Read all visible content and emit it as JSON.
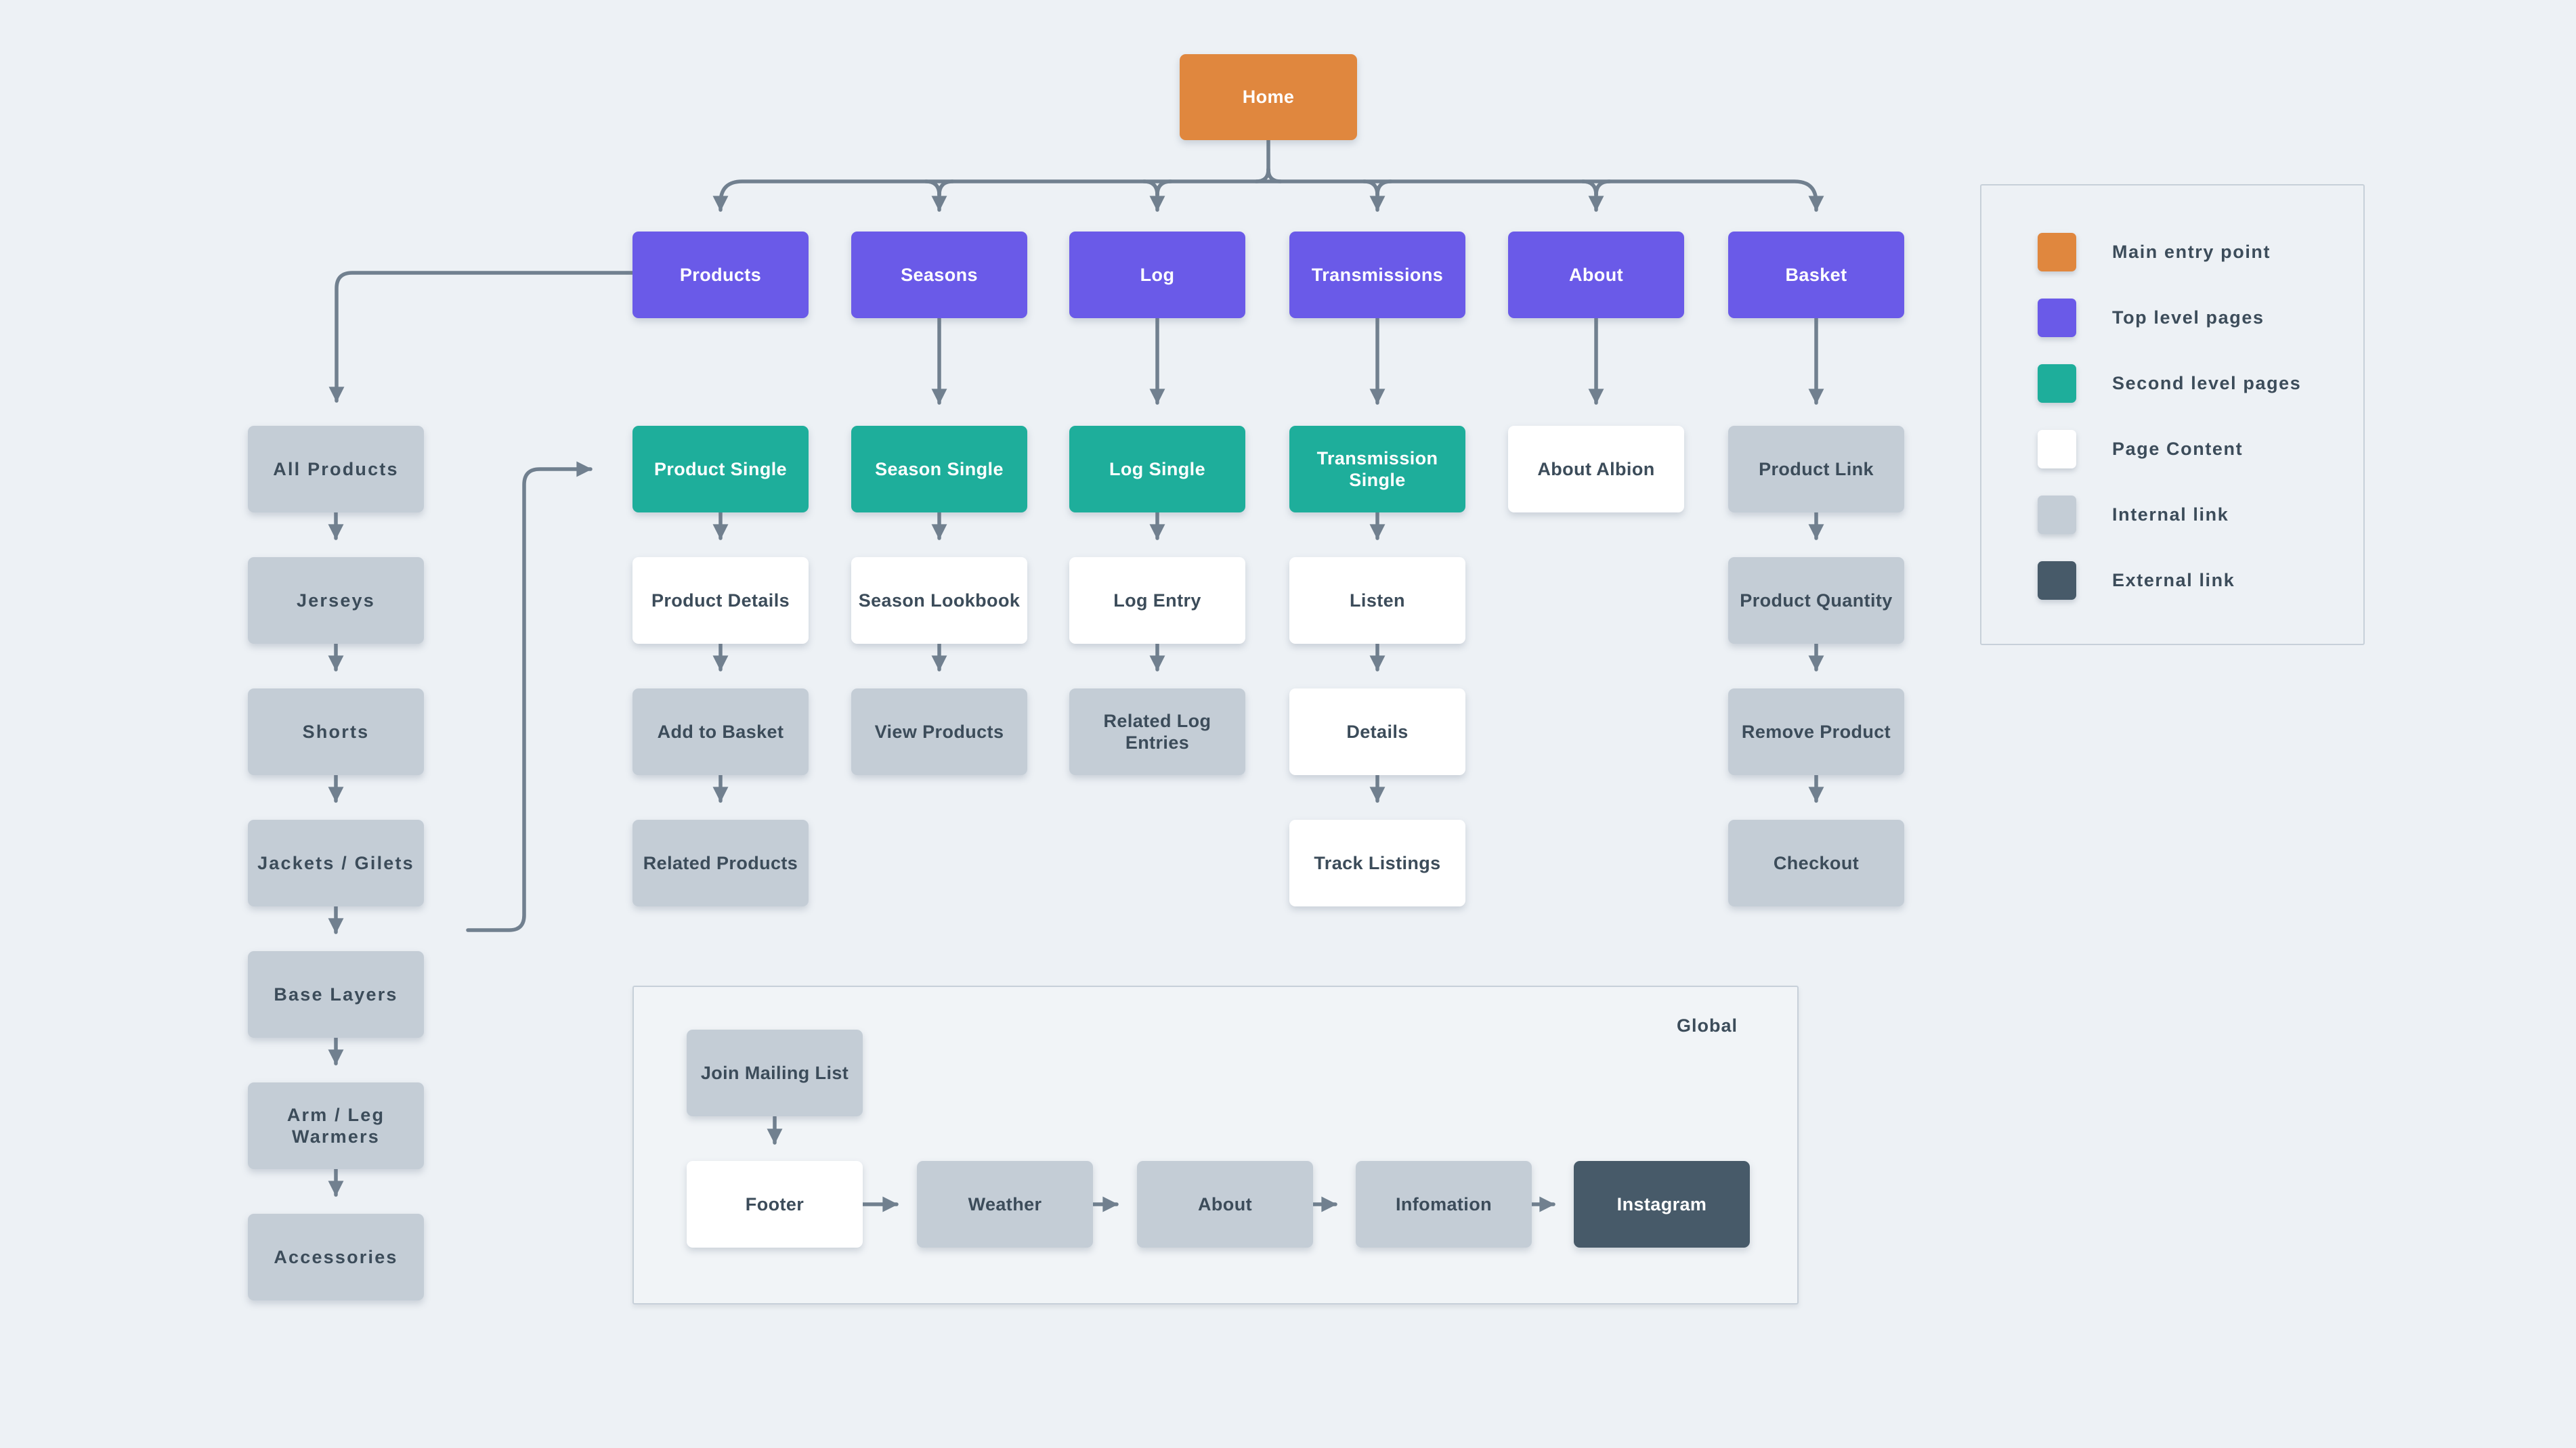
{
  "colors": {
    "background": "#EDF1F5",
    "main_entry": "#E0873E",
    "top_level": "#6A5AE8",
    "second_level": "#1EAE9B",
    "page_content": "#FFFFFF",
    "internal_link": "#C4CDD6",
    "external_link": "#475A69",
    "connector": "#71808F",
    "text_dark": "#3C4C5A",
    "text_light": "#FFFFFF"
  },
  "nodes": [
    {
      "id": "home",
      "label": "Home",
      "type": "main_entry"
    },
    {
      "id": "products",
      "label": "Products",
      "type": "top_level"
    },
    {
      "id": "seasons",
      "label": "Seasons",
      "type": "top_level"
    },
    {
      "id": "log",
      "label": "Log",
      "type": "top_level"
    },
    {
      "id": "transmissions",
      "label": "Transmissions",
      "type": "top_level"
    },
    {
      "id": "about",
      "label": "About",
      "type": "top_level"
    },
    {
      "id": "basket",
      "label": "Basket",
      "type": "top_level"
    },
    {
      "id": "all-products",
      "label": "All Products",
      "type": "internal_link"
    },
    {
      "id": "jerseys",
      "label": "Jerseys",
      "type": "internal_link"
    },
    {
      "id": "shorts",
      "label": "Shorts",
      "type": "internal_link"
    },
    {
      "id": "jackets",
      "label": "Jackets / Gilets",
      "type": "internal_link"
    },
    {
      "id": "base-layers",
      "label": "Base Layers",
      "type": "internal_link"
    },
    {
      "id": "arm-leg",
      "label": "Arm / Leg Warmers",
      "type": "internal_link"
    },
    {
      "id": "accessories",
      "label": "Accessories",
      "type": "internal_link"
    },
    {
      "id": "product-single",
      "label": "Product Single",
      "type": "second_level"
    },
    {
      "id": "season-single",
      "label": "Season Single",
      "type": "second_level"
    },
    {
      "id": "log-single",
      "label": "Log Single",
      "type": "second_level"
    },
    {
      "id": "transmission-single",
      "label": "Transmission Single",
      "type": "second_level"
    },
    {
      "id": "about-albion",
      "label": "About Albion",
      "type": "page_content"
    },
    {
      "id": "product-link",
      "label": "Product Link",
      "type": "internal_link"
    },
    {
      "id": "product-details",
      "label": "Product Details",
      "type": "page_content"
    },
    {
      "id": "season-lookbook",
      "label": "Season Lookbook",
      "type": "page_content"
    },
    {
      "id": "log-entry",
      "label": "Log Entry",
      "type": "page_content"
    },
    {
      "id": "listen",
      "label": "Listen",
      "type": "page_content"
    },
    {
      "id": "product-quantity",
      "label": "Product Quantity",
      "type": "internal_link"
    },
    {
      "id": "add-to-basket",
      "label": "Add to Basket",
      "type": "internal_link"
    },
    {
      "id": "view-products",
      "label": "View Products",
      "type": "internal_link"
    },
    {
      "id": "related-log-entries",
      "label": "Related Log Entries",
      "type": "internal_link"
    },
    {
      "id": "details",
      "label": "Details",
      "type": "page_content"
    },
    {
      "id": "remove-product",
      "label": "Remove Product",
      "type": "internal_link"
    },
    {
      "id": "related-products",
      "label": "Related Products",
      "type": "internal_link"
    },
    {
      "id": "track-listings",
      "label": "Track Listings",
      "type": "page_content"
    },
    {
      "id": "checkout",
      "label": "Checkout",
      "type": "internal_link"
    },
    {
      "id": "join-mailing-list",
      "label": "Join Mailing List",
      "type": "internal_link"
    },
    {
      "id": "footer",
      "label": "Footer",
      "type": "page_content"
    },
    {
      "id": "weather",
      "label": "Weather",
      "type": "internal_link"
    },
    {
      "id": "about-footer",
      "label": "About",
      "type": "internal_link"
    },
    {
      "id": "infomation",
      "label": "Infomation",
      "type": "internal_link"
    },
    {
      "id": "instagram",
      "label": "Instagram",
      "type": "external_link"
    }
  ],
  "edges": [
    [
      "home",
      "products"
    ],
    [
      "home",
      "seasons"
    ],
    [
      "home",
      "log"
    ],
    [
      "home",
      "transmissions"
    ],
    [
      "home",
      "about"
    ],
    [
      "home",
      "basket"
    ],
    [
      "products",
      "all-products"
    ],
    [
      "all-products",
      "jerseys"
    ],
    [
      "jerseys",
      "shorts"
    ],
    [
      "shorts",
      "jackets"
    ],
    [
      "jackets",
      "base-layers"
    ],
    [
      "base-layers",
      "arm-leg"
    ],
    [
      "arm-leg",
      "accessories"
    ],
    [
      "jackets",
      "product-single"
    ],
    [
      "seasons",
      "season-single"
    ],
    [
      "log",
      "log-single"
    ],
    [
      "transmissions",
      "transmission-single"
    ],
    [
      "about",
      "about-albion"
    ],
    [
      "basket",
      "product-link"
    ],
    [
      "product-single",
      "product-details"
    ],
    [
      "product-details",
      "add-to-basket"
    ],
    [
      "add-to-basket",
      "related-products"
    ],
    [
      "season-single",
      "season-lookbook"
    ],
    [
      "season-lookbook",
      "view-products"
    ],
    [
      "log-single",
      "log-entry"
    ],
    [
      "log-entry",
      "related-log-entries"
    ],
    [
      "transmission-single",
      "listen"
    ],
    [
      "listen",
      "details"
    ],
    [
      "details",
      "track-listings"
    ],
    [
      "product-link",
      "product-quantity"
    ],
    [
      "product-quantity",
      "remove-product"
    ],
    [
      "remove-product",
      "checkout"
    ],
    [
      "join-mailing-list",
      "footer"
    ],
    [
      "footer",
      "weather"
    ],
    [
      "weather",
      "about-footer"
    ],
    [
      "about-footer",
      "infomation"
    ],
    [
      "infomation",
      "instagram"
    ]
  ],
  "global_panel": {
    "label": "Global"
  },
  "legend": {
    "items": [
      {
        "label": "Main entry point",
        "type": "main_entry"
      },
      {
        "label": "Top level pages",
        "type": "top_level"
      },
      {
        "label": "Second level pages",
        "type": "second_level"
      },
      {
        "label": "Page Content",
        "type": "page_content"
      },
      {
        "label": "Internal link",
        "type": "internal_link"
      },
      {
        "label": "External link",
        "type": "external_link"
      }
    ]
  }
}
